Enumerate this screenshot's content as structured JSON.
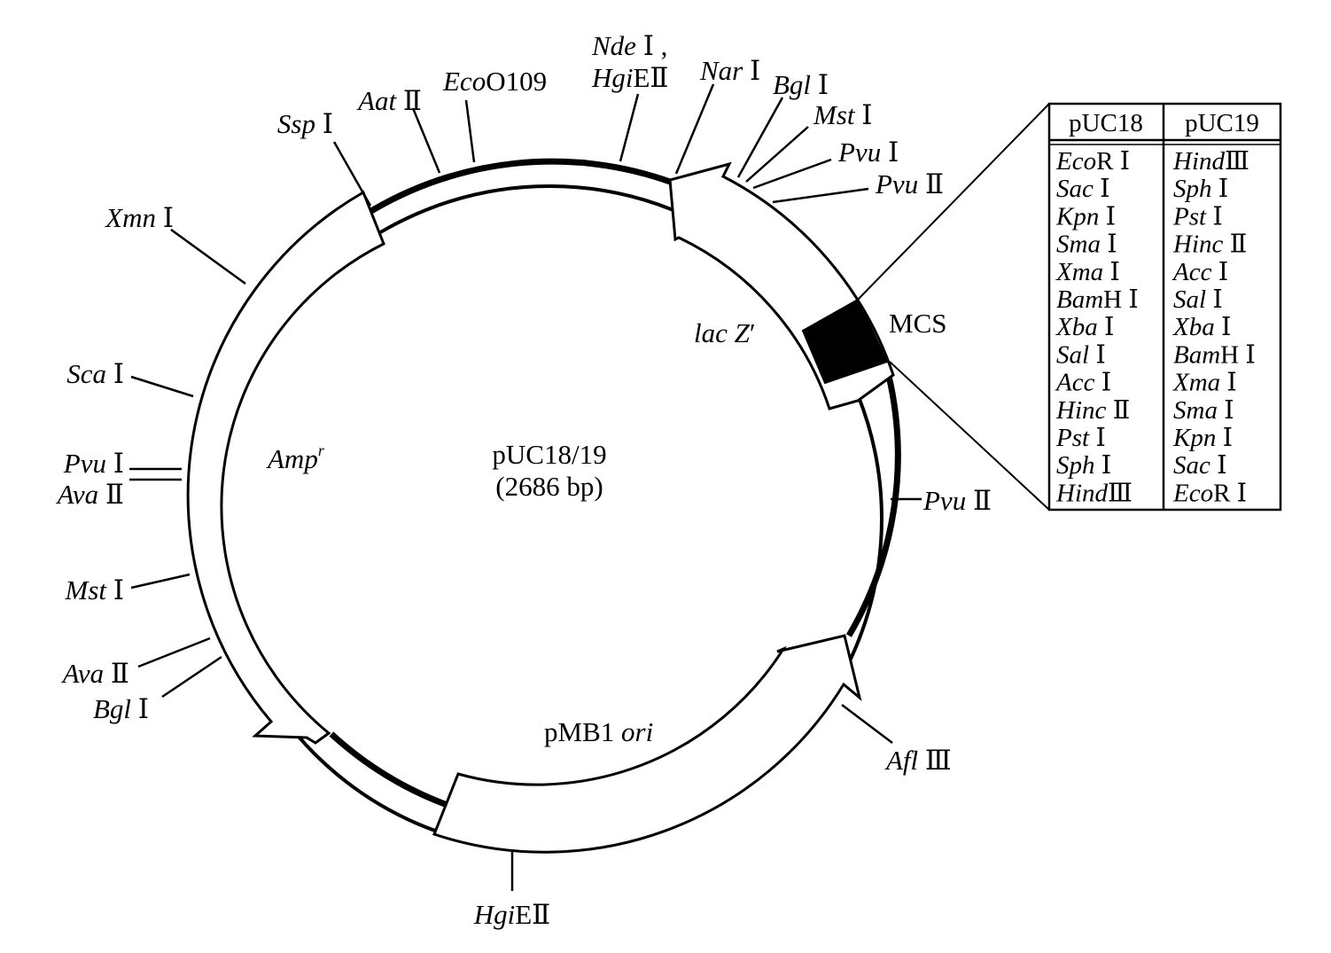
{
  "plasmid": {
    "name": "pUC18/19",
    "size": "(2686 bp)"
  },
  "features": {
    "amp": {
      "italic": "Amp",
      "sup": "r"
    },
    "lacz": {
      "italic": "lac Z",
      "suffix": "′"
    },
    "ori": {
      "roman": "pMB1 ",
      "italic": "ori"
    },
    "mcs": {
      "label": "MCS"
    }
  },
  "sites": [
    {
      "id": "nde-hgie2",
      "lines": [
        [
          {
            "t": "Nde",
            "i": true
          },
          {
            "t": " Ⅰ ,",
            "i": false
          }
        ],
        [
          {
            "t": "Hgi",
            "i": true
          },
          {
            "t": "EⅡ",
            "i": false
          }
        ]
      ]
    },
    {
      "id": "nar1",
      "lines": [
        [
          {
            "t": "Nar",
            "i": true
          },
          {
            "t": " Ⅰ",
            "i": false
          }
        ]
      ]
    },
    {
      "id": "bgl1-top",
      "lines": [
        [
          {
            "t": "Bgl",
            "i": true
          },
          {
            "t": " Ⅰ",
            "i": false
          }
        ]
      ]
    },
    {
      "id": "mst1-top",
      "lines": [
        [
          {
            "t": "Mst",
            "i": true
          },
          {
            "t": " Ⅰ",
            "i": false
          }
        ]
      ]
    },
    {
      "id": "pvu1-top",
      "lines": [
        [
          {
            "t": "Pvu",
            "i": true
          },
          {
            "t": " Ⅰ",
            "i": false
          }
        ]
      ]
    },
    {
      "id": "pvu2-top",
      "lines": [
        [
          {
            "t": "Pvu",
            "i": true
          },
          {
            "t": " Ⅱ",
            "i": false
          }
        ]
      ]
    },
    {
      "id": "pvu2-right",
      "lines": [
        [
          {
            "t": "Pvu",
            "i": true
          },
          {
            "t": " Ⅱ",
            "i": false
          }
        ]
      ]
    },
    {
      "id": "afl3",
      "lines": [
        [
          {
            "t": "Afl",
            "i": true
          },
          {
            "t": " Ⅲ",
            "i": false
          }
        ]
      ]
    },
    {
      "id": "hgie2-bottom",
      "lines": [
        [
          {
            "t": "Hgi",
            "i": true
          },
          {
            "t": "EⅡ",
            "i": false
          }
        ]
      ]
    },
    {
      "id": "bgl1-left",
      "lines": [
        [
          {
            "t": "Bgl",
            "i": true
          },
          {
            "t": " Ⅰ",
            "i": false
          }
        ]
      ]
    },
    {
      "id": "ava2-lower",
      "lines": [
        [
          {
            "t": "Ava",
            "i": true
          },
          {
            "t": " Ⅱ",
            "i": false
          }
        ]
      ]
    },
    {
      "id": "mst1-left",
      "lines": [
        [
          {
            "t": "Mst",
            "i": true
          },
          {
            "t": " Ⅰ",
            "i": false
          }
        ]
      ]
    },
    {
      "id": "ava2-upper",
      "lines": [
        [
          {
            "t": "Ava",
            "i": true
          },
          {
            "t": " Ⅱ",
            "i": false
          }
        ]
      ]
    },
    {
      "id": "pvu1-left",
      "lines": [
        [
          {
            "t": "Pvu",
            "i": true
          },
          {
            "t": " Ⅰ",
            "i": false
          }
        ]
      ]
    },
    {
      "id": "sca1",
      "lines": [
        [
          {
            "t": "Sca",
            "i": true
          },
          {
            "t": " Ⅰ",
            "i": false
          }
        ]
      ]
    },
    {
      "id": "xmn1",
      "lines": [
        [
          {
            "t": "Xmn",
            "i": true
          },
          {
            "t": " Ⅰ",
            "i": false
          }
        ]
      ]
    },
    {
      "id": "ssp1",
      "lines": [
        [
          {
            "t": "Ssp",
            "i": true
          },
          {
            "t": " Ⅰ",
            "i": false
          }
        ]
      ]
    },
    {
      "id": "aat2",
      "lines": [
        [
          {
            "t": "Aat",
            "i": true
          },
          {
            "t": " Ⅱ",
            "i": false
          }
        ]
      ]
    },
    {
      "id": "eco0109",
      "lines": [
        [
          {
            "t": "Eco",
            "i": true
          },
          {
            "t": "O109",
            "i": false
          }
        ]
      ]
    }
  ],
  "mcs_table": {
    "headers": [
      "pUC18",
      "pUC19"
    ],
    "puc18": [
      [
        {
          "t": "Eco",
          "i": true
        },
        {
          "t": "R Ⅰ",
          "i": false
        }
      ],
      [
        {
          "t": "Sac",
          "i": true
        },
        {
          "t": " Ⅰ",
          "i": false
        }
      ],
      [
        {
          "t": "Kpn",
          "i": true
        },
        {
          "t": " Ⅰ",
          "i": false
        }
      ],
      [
        {
          "t": "Sma",
          "i": true
        },
        {
          "t": " Ⅰ",
          "i": false
        }
      ],
      [
        {
          "t": "Xma",
          "i": true
        },
        {
          "t": " Ⅰ",
          "i": false
        }
      ],
      [
        {
          "t": "Bam",
          "i": true
        },
        {
          "t": "H Ⅰ",
          "i": false
        }
      ],
      [
        {
          "t": "Xba",
          "i": true
        },
        {
          "t": " Ⅰ",
          "i": false
        }
      ],
      [
        {
          "t": "Sal",
          "i": true
        },
        {
          "t": " Ⅰ",
          "i": false
        }
      ],
      [
        {
          "t": "Acc",
          "i": true
        },
        {
          "t": " Ⅰ",
          "i": false
        }
      ],
      [
        {
          "t": "Hinc",
          "i": true
        },
        {
          "t": " Ⅱ",
          "i": false
        }
      ],
      [
        {
          "t": "Pst",
          "i": true
        },
        {
          "t": " Ⅰ",
          "i": false
        }
      ],
      [
        {
          "t": "Sph",
          "i": true
        },
        {
          "t": " Ⅰ",
          "i": false
        }
      ],
      [
        {
          "t": "Hind",
          "i": true
        },
        {
          "t": "Ⅲ",
          "i": false
        }
      ]
    ],
    "puc19": [
      [
        {
          "t": "Hind",
          "i": true
        },
        {
          "t": "Ⅲ",
          "i": false
        }
      ],
      [
        {
          "t": "Sph",
          "i": true
        },
        {
          "t": " Ⅰ",
          "i": false
        }
      ],
      [
        {
          "t": "Pst",
          "i": true
        },
        {
          "t": " Ⅰ",
          "i": false
        }
      ],
      [
        {
          "t": "Hinc",
          "i": true
        },
        {
          "t": " Ⅱ",
          "i": false
        }
      ],
      [
        {
          "t": "Acc",
          "i": true
        },
        {
          "t": " Ⅰ",
          "i": false
        }
      ],
      [
        {
          "t": "Sal",
          "i": true
        },
        {
          "t": " Ⅰ",
          "i": false
        }
      ],
      [
        {
          "t": "Xba",
          "i": true
        },
        {
          "t": " Ⅰ",
          "i": false
        }
      ],
      [
        {
          "t": "Bam",
          "i": true
        },
        {
          "t": "H Ⅰ",
          "i": false
        }
      ],
      [
        {
          "t": "Xma",
          "i": true
        },
        {
          "t": " Ⅰ",
          "i": false
        }
      ],
      [
        {
          "t": "Sma",
          "i": true
        },
        {
          "t": " Ⅰ",
          "i": false
        }
      ],
      [
        {
          "t": "Kpn",
          "i": true
        },
        {
          "t": " Ⅰ",
          "i": false
        }
      ],
      [
        {
          "t": "Sac",
          "i": true
        },
        {
          "t": " Ⅰ",
          "i": false
        }
      ],
      [
        {
          "t": "Eco",
          "i": true
        },
        {
          "t": "R Ⅰ",
          "i": false
        }
      ]
    ]
  }
}
